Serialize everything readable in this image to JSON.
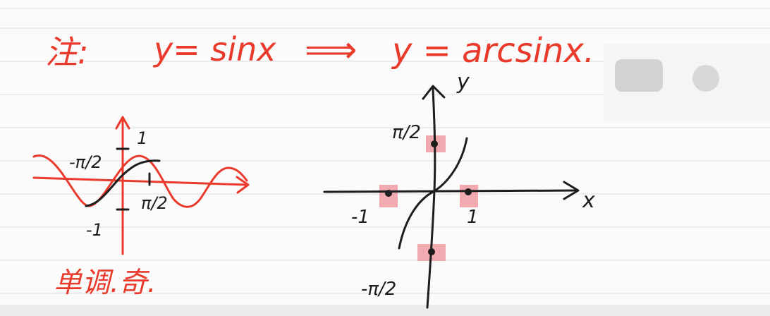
{
  "note": {
    "label": "注:",
    "left_expr": "y= sinx",
    "arrow": "⟹",
    "right_expr": "y = arcsinx."
  },
  "sine_sketch": {
    "tick_top": "1",
    "tick_bottom": "-1",
    "left_label": "-π/2",
    "right_label": "π/2",
    "caption": "单调.奇."
  },
  "arcsin_sketch": {
    "x_axis_label": "x",
    "y_axis_label": "y",
    "top_label": "π/2",
    "bottom_label": "-π/2",
    "left_tick": "-1",
    "right_tick": "1"
  },
  "colors": {
    "ink_red": "#ea3a2c",
    "ink_black": "#1d1d1d",
    "highlight": "#ef8f98",
    "paper": "#fbfbfb",
    "rule_line": "#e3e3e3"
  }
}
